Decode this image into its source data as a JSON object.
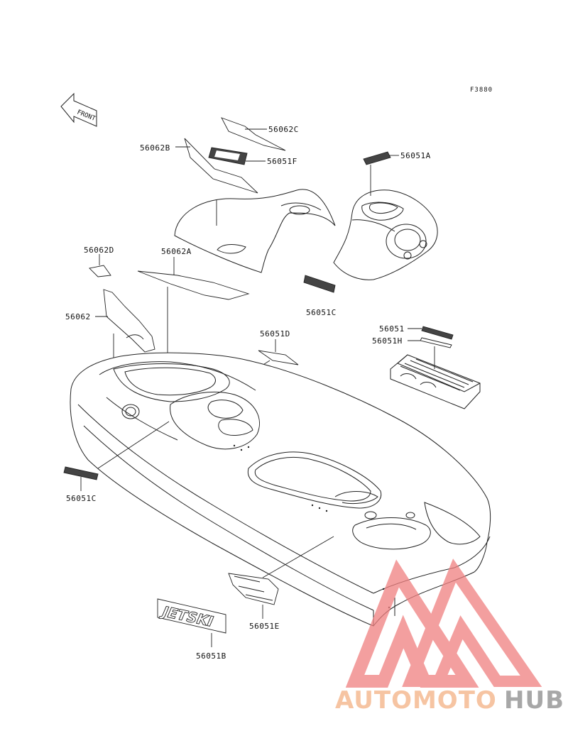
{
  "figure_code": "F3880",
  "front_arrow_label": "FRONT",
  "watermark": {
    "part1": "AUTOMOTO",
    "part2": "HUB",
    "color_primary": "#f4b183",
    "color_secondary": "#8a8a8a",
    "triangle_color": "#f08080"
  },
  "callouts": {
    "c1": "56062C",
    "c2": "56062B",
    "c3": "56051F",
    "c4": "56051A",
    "c5": "56062D",
    "c6": "56062A",
    "c7": "56062",
    "c8": "56051C",
    "c9": "56051D",
    "c10": "56051",
    "c11": "56051H",
    "c12": "56051C",
    "c13": "56051E",
    "c14": "56051B"
  },
  "decal_texts": {
    "jetski": "JETSKI"
  }
}
